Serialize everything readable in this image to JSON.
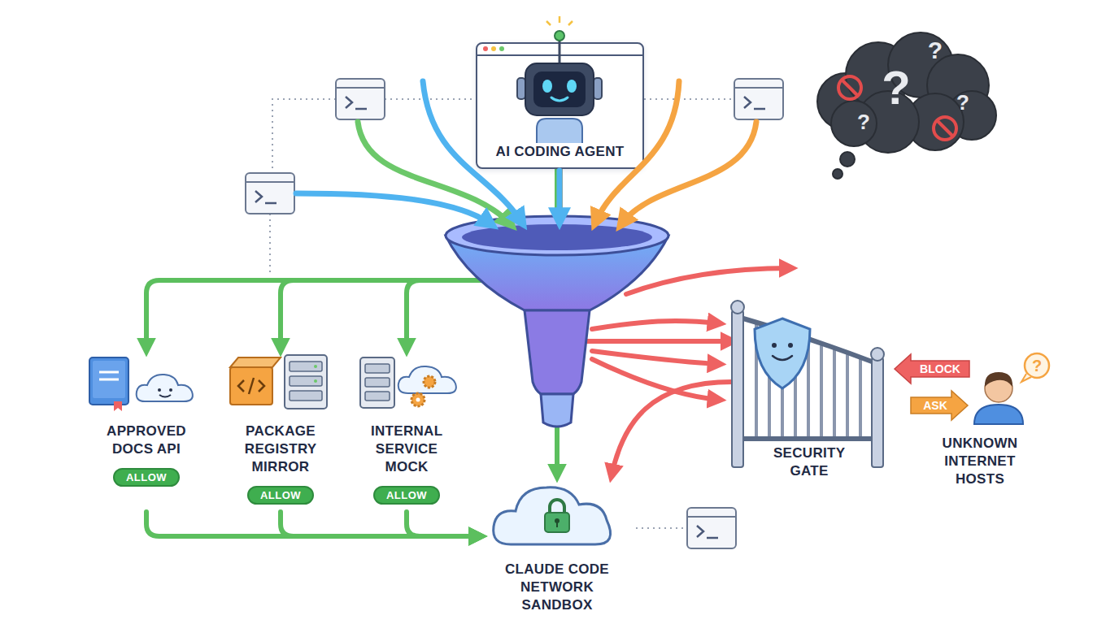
{
  "diagram": {
    "nodes": [
      {
        "text": [
          "AI CODING AGENT"
        ]
      },
      {
        "text": [
          "APPROVED DOCS API",
          "ALLOW"
        ]
      },
      {
        "text": [
          "PACKAGE REGISTRY MIRROR",
          "ALLOW"
        ]
      },
      {
        "text": [
          "INTERNAL SERVICE MOCK",
          "ALLOW"
        ]
      },
      {
        "text": [
          "SECURITY GATE"
        ]
      },
      {
        "text": [
          "UNKNOWN INTERNET HOSTS"
        ]
      },
      {
        "text": [
          "CLAUDE CODE NETWORK SANDBOX"
        ]
      }
    ],
    "edges": [
      {
        "from": 0,
        "to": 1,
        "arrow": "to"
      },
      {
        "from": 0,
        "to": 2,
        "arrow": "to"
      },
      {
        "from": 0,
        "to": 3,
        "arrow": "to"
      },
      {
        "from": 0,
        "to": 6,
        "arrow": "to"
      },
      {
        "from": 1,
        "to": 6,
        "arrow": "to"
      },
      {
        "from": 2,
        "to": 6,
        "arrow": "to"
      },
      {
        "from": 3,
        "to": 6,
        "arrow": "to"
      },
      {
        "from": 0,
        "to": 4,
        "arrow": "to"
      },
      {
        "from": 4,
        "to": 6,
        "arrow": "to"
      }
    ],
    "labels": [
      "BLOCK",
      "ASK",
      "?",
      "?",
      "?",
      "?",
      "?"
    ]
  }
}
